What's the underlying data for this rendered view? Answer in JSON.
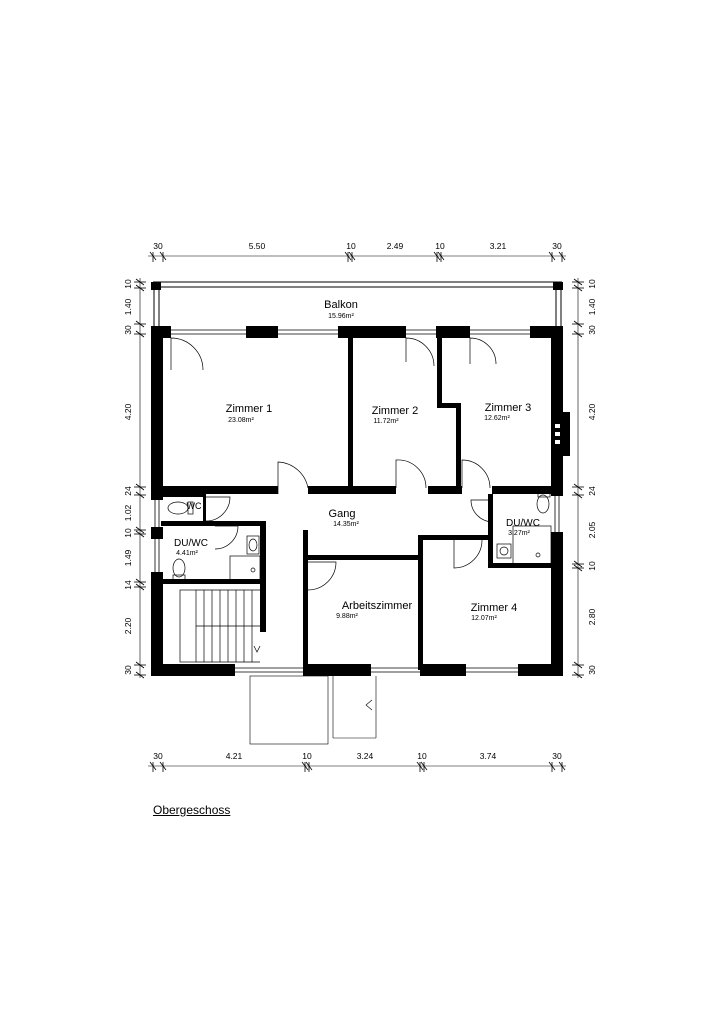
{
  "plan_title": "Obergeschoss",
  "rooms": {
    "balkon": {
      "name": "Balkon",
      "area": "15.96m²"
    },
    "zimmer1": {
      "name": "Zimmer 1",
      "area": "23.08m²"
    },
    "zimmer2": {
      "name": "Zimmer 2",
      "area": "11.72m²"
    },
    "zimmer3": {
      "name": "Zimmer 3",
      "area": "12.62m²"
    },
    "wc": {
      "name": "WC"
    },
    "gang": {
      "name": "Gang",
      "area": "14.35m²"
    },
    "duwc_left": {
      "name": "DU/WC",
      "area": "4.41m²"
    },
    "duwc_right": {
      "name": "DU/WC",
      "area": "3.27m²"
    },
    "arbeitszimmer": {
      "name": "Arbeitszimmer",
      "area": "9.88m²"
    },
    "zimmer4": {
      "name": "Zimmer 4",
      "area": "12.07m²"
    }
  },
  "dimensions": {
    "top": [
      "30",
      "5.50",
      "10",
      "2.49",
      "10",
      "3.21",
      "30"
    ],
    "bottom": [
      "30",
      "4.21",
      "10",
      "3.24",
      "10",
      "3.74",
      "30"
    ],
    "left": [
      "10",
      "1.40",
      "30",
      "4.20",
      "24",
      "1.02",
      "10",
      "1.49",
      "14",
      "2.20",
      "30"
    ],
    "right": [
      "10",
      "1.40",
      "30",
      "4.20",
      "24",
      "2.05",
      "10",
      "2.80",
      "30"
    ]
  }
}
